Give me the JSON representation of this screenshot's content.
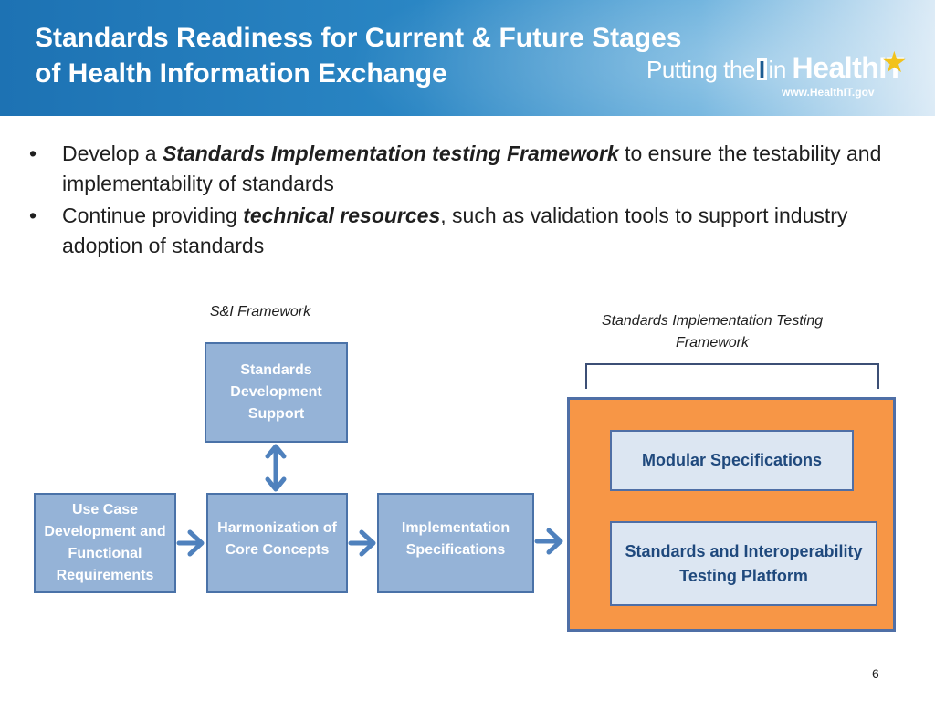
{
  "header": {
    "title_line1": "Standards Readiness for Current & Future Stages",
    "title_line2": "of Health Information Exchange",
    "logo": {
      "prefix": "Putting the",
      "letter": "I",
      "middle": "in",
      "brand": "HealthIT",
      "url": "www.HealthIT.gov",
      "star_color": "#f2c21b"
    }
  },
  "bullets": [
    {
      "before": "Develop a ",
      "emphasis": "Standards Implementation testing Framework",
      "after": " to ensure the testability and implementability of standards"
    },
    {
      "before": "Continue providing ",
      "emphasis": "technical resources",
      "after": ", such as validation tools to support industry adoption of standards"
    }
  ],
  "diagram": {
    "si_label": "S&I Framework",
    "sitf_label": "Standards Implementation Testing Framework",
    "boxes": {
      "sds": "Standards Development Support",
      "uc": "Use Case Development and Functional Requirements",
      "harm": "Harmonization of Core Concepts",
      "impl": "Implementation Specifications"
    },
    "inner": {
      "modular": "Modular Specifications",
      "platform": "Standards and Interoperability Testing Platform"
    },
    "colors": {
      "box_fill": "#95b3d7",
      "box_border": "#4a72a8",
      "orange": "#f79646",
      "inner_fill": "#dce6f2",
      "arrow": "#4f81bd"
    }
  },
  "page_number": "6"
}
